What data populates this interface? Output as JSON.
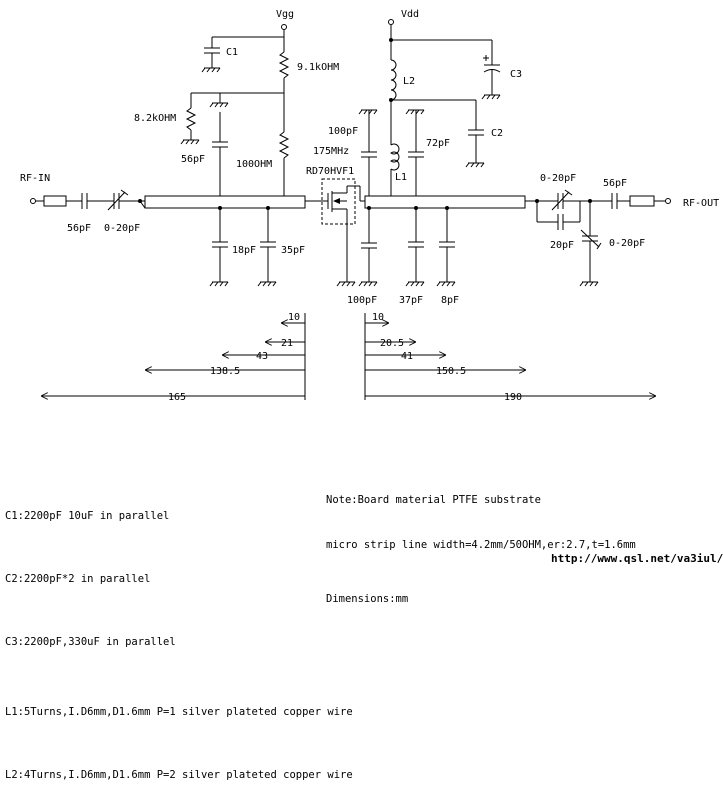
{
  "labels": {
    "vgg": "Vgg",
    "vdd": "Vdd",
    "c1": "C1",
    "c2": "C2",
    "c3": "C3",
    "l1": "L1",
    "l2": "L2",
    "r_91k": "9.1kOHM",
    "r_82k": "8.2kOHM",
    "r_100": "100OHM",
    "cap_56pf_bias": "56pF",
    "cap_100pf_top": "100pF",
    "cap_72pf": "72pF",
    "freq": "175MHz",
    "device": "RD70HVF1",
    "rf_in": "RF-IN",
    "rf_out": "RF-OUT",
    "cap_56pf_in": "56pF",
    "trim_in": "0-20pF",
    "cap_18pf": "18pF",
    "cap_35pf": "35pF",
    "cap_100pf_bot": "100pF",
    "cap_37pf": "37pF",
    "cap_8pf": "8pF",
    "trim_out1": "0-20pF",
    "cap_56pf_out": "56pF",
    "cap_20pf": "20pF",
    "trim_out2": "0-20pF"
  },
  "dimensions": {
    "left": [
      "10",
      "21",
      "43",
      "138.5",
      "165"
    ],
    "right": [
      "10",
      "20.5",
      "41",
      "150.5",
      "190"
    ]
  },
  "component_notes": [
    "C1:2200pF 10uF in parallel",
    "C2:2200pF*2 in parallel",
    "C3:2200pF,330uF in parallel",
    "L1:5Turns,I.D6mm,D1.6mm P=1 silver plateted copper wire",
    "L2:4Turns,I.D6mm,D1.6mm P=2 silver plateted copper wire"
  ],
  "board_notes": {
    "note": "Note:Board material PTFE substrate",
    "microstrip": "micro strip line width=4.2mm/50OHM,er:2.7,t=1.6mm",
    "units": "Dimensions:mm"
  },
  "url": "http://www.qsl.net/va3iul/"
}
